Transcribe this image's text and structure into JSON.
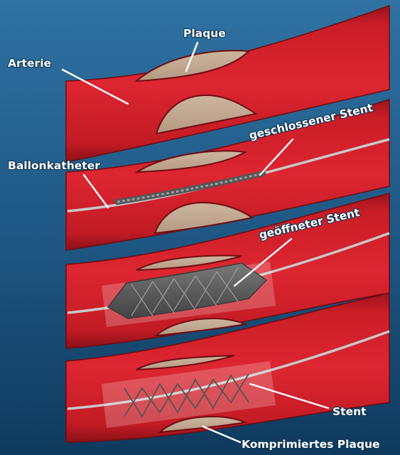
{
  "labels": {
    "plaque": "Plaque",
    "arterie": "Arterie",
    "closed_stent": "geschlossener Stent",
    "balloon_catheter": "Ballonkatheter",
    "opened_stent": "geöffneter Stent",
    "stent": "Stent",
    "compressed_plaque": "Komprimiertes Plaque"
  },
  "colors": {
    "background_top": "#2d6e9e",
    "background_bottom": "#0f3a5e",
    "artery": "#d21f2a",
    "artery_dark": "#7e0f14",
    "plaque": "#c4ab93",
    "catheter": "#c8c8c8",
    "stent_dark": "#6b6b6b"
  }
}
